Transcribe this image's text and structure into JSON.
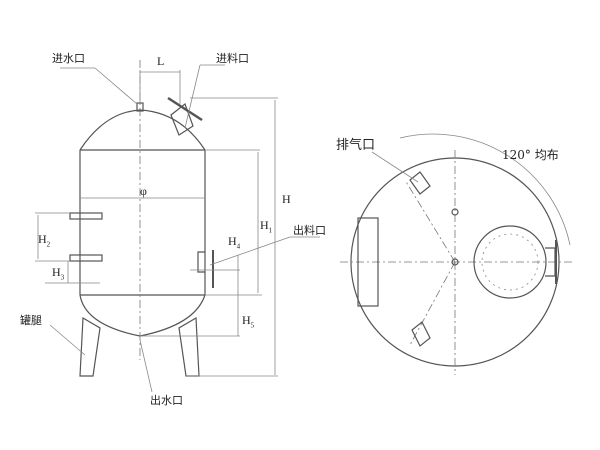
{
  "front_view": {
    "water_inlet": "进水口",
    "feed_inlet": "进料口",
    "feed_outlet": "出料口",
    "legs": "罐腿",
    "water_outlet": "出水口",
    "dim_L": "L",
    "dim_phi": "φ",
    "dim_H": "H",
    "dim_H1": "H",
    "dim_H2": "H",
    "dim_H3": "H",
    "dim_H4": "H",
    "dim_H5": "H",
    "sub_1": "1",
    "sub_2": "2",
    "sub_3": "3",
    "sub_4": "4",
    "sub_5": "5"
  },
  "top_view": {
    "vent": "排气口",
    "angle_note": "120° 均布"
  }
}
